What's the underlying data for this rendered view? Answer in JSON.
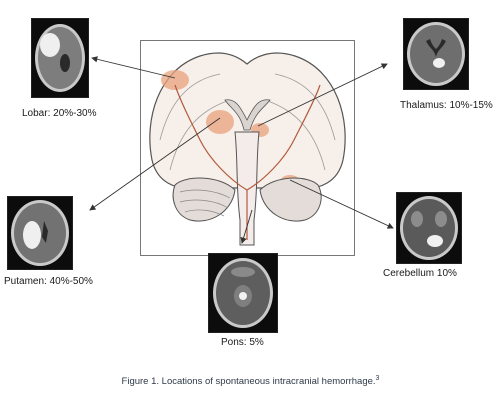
{
  "figure": {
    "caption_text": "Figure 1. Locations of spontaneous intracranial hemorrhage.",
    "caption_ref": "3"
  },
  "locations": {
    "lobar": {
      "label": "Lobar: 20%-30%",
      "percent_range": [
        20,
        30
      ]
    },
    "thalamus": {
      "label": "Thalamus: 10%-15%",
      "percent_range": [
        10,
        15
      ]
    },
    "putamen": {
      "label": "Putamen: 40%-50%",
      "percent_range": [
        40,
        50
      ]
    },
    "cerebellum": {
      "label": "Cerebellum 10%",
      "percent_range": [
        10,
        10
      ]
    },
    "pons": {
      "label": "Pons: 5%",
      "percent_range": [
        5,
        5
      ]
    }
  },
  "colors": {
    "hemorrhage_highlight": "#e8a27c",
    "arrow": "#333333",
    "caption": "#2e3a4a"
  }
}
